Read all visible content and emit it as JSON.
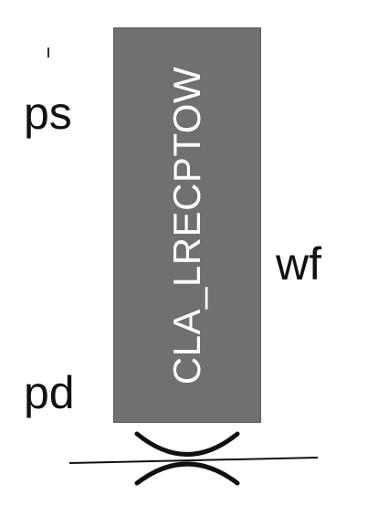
{
  "labels": {
    "top_left": "ps",
    "bottom_left": "pd",
    "right": "wf"
  },
  "block": {
    "text": "CLA_LRECPTOW",
    "fill_color": "#716f6f",
    "text_color": "#ffffff"
  }
}
